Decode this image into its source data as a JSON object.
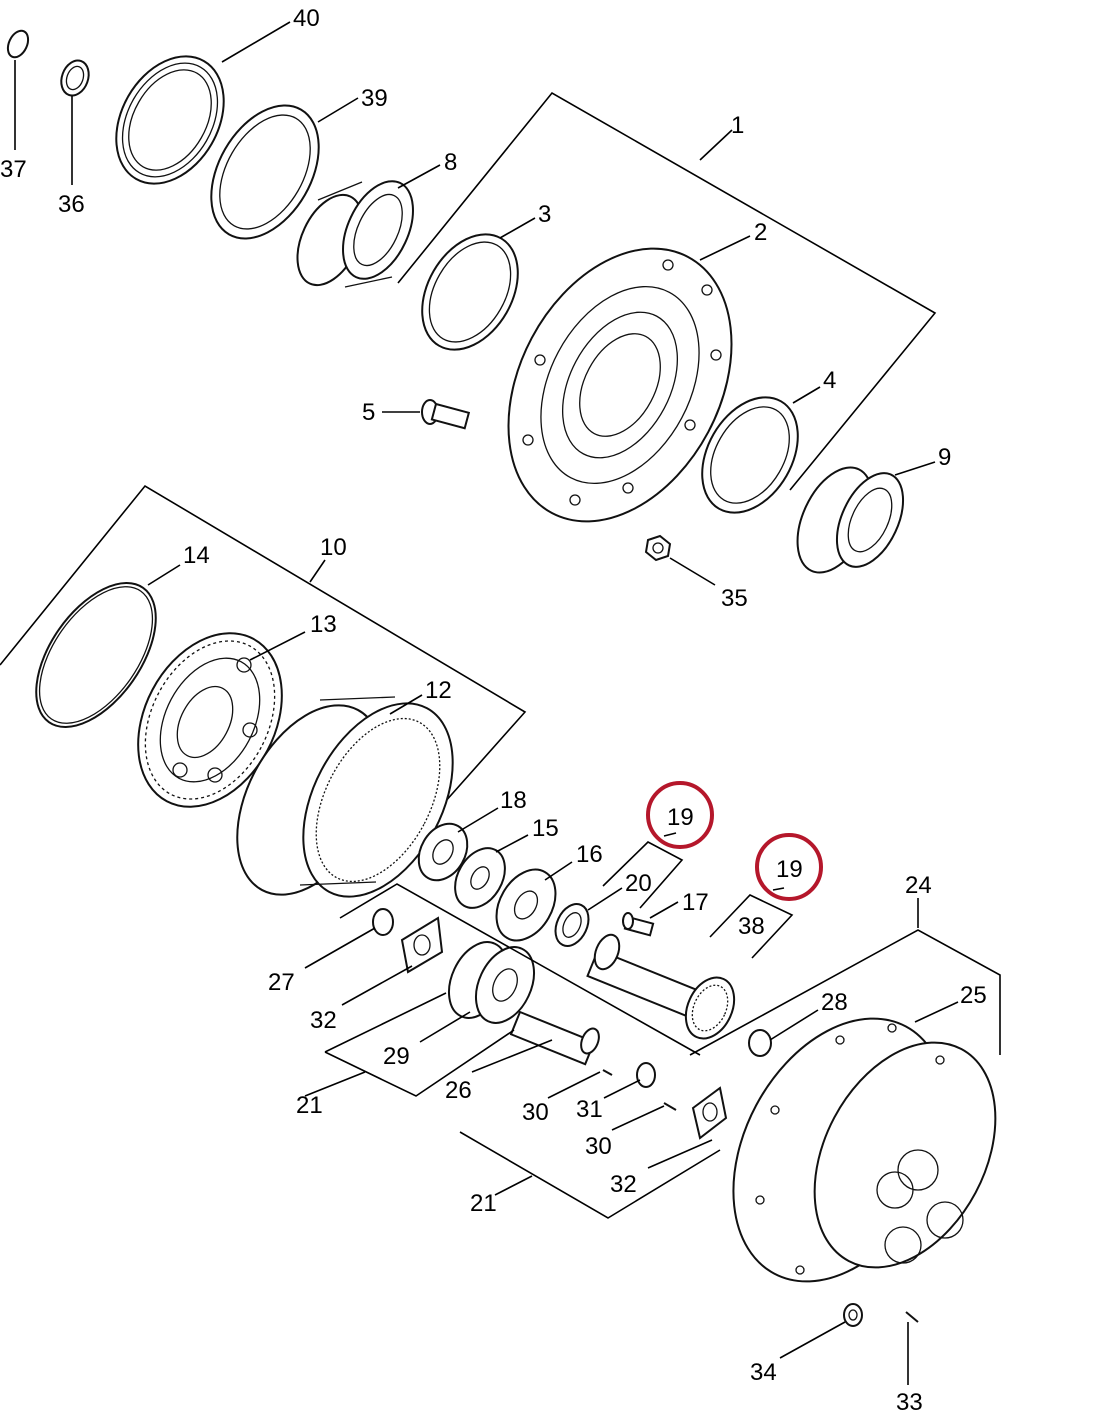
{
  "diagram": {
    "highlight_color": "#b5172b",
    "labels": {
      "l1": "1",
      "l2": "2",
      "l3": "3",
      "l4": "4",
      "l5": "5",
      "l8": "8",
      "l9": "9",
      "l10": "10",
      "l12": "12",
      "l13": "13",
      "l14": "14",
      "l15": "15",
      "l16": "16",
      "l17": "17",
      "l18": "18",
      "l19a": "19",
      "l19b": "19",
      "l20": "20",
      "l21a": "21",
      "l21b": "21",
      "l24": "24",
      "l25": "25",
      "l26": "26",
      "l27": "27",
      "l28": "28",
      "l29": "29",
      "l30a": "30",
      "l30b": "30",
      "l31": "31",
      "l32a": "32",
      "l32b": "32",
      "l33": "33",
      "l34": "34",
      "l35": "35",
      "l36": "36",
      "l37": "37",
      "l38": "38",
      "l39": "39",
      "l40": "40"
    }
  }
}
